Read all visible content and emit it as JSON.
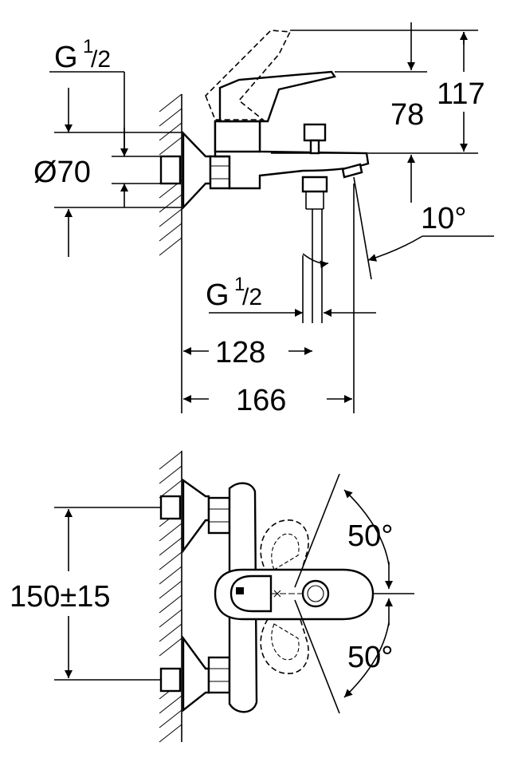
{
  "side_view": {
    "thread_top": {
      "main": "G",
      "sup": "1",
      "sub": "/2"
    },
    "diameter": "Ø70",
    "dim_117": "117",
    "dim_78": "78",
    "angle": "10°",
    "thread_bottom": {
      "main": "G",
      "sup": "1",
      "sub": "/2"
    },
    "dim_128": "128",
    "dim_166": "166"
  },
  "top_view": {
    "spacing": "150±15",
    "angle_upper": "50°",
    "angle_lower": "50°"
  }
}
